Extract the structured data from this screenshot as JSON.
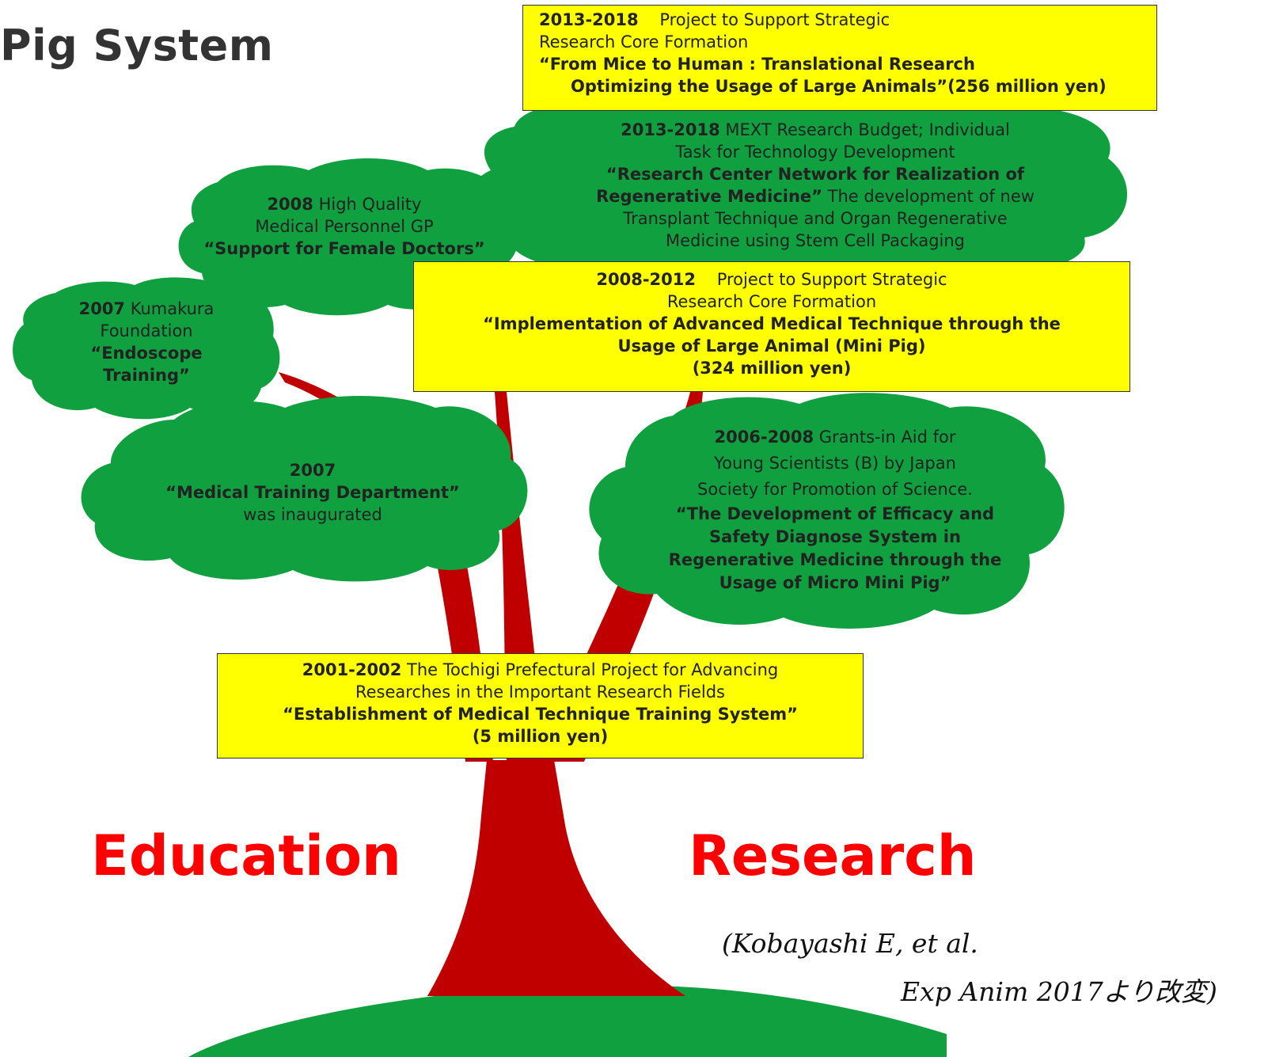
{
  "title": "Pig System",
  "colors": {
    "trunk": "#c00000",
    "foliage": "#10a040",
    "ground": "#10a040",
    "box": "#ffff00",
    "label_red": "#ff0000"
  },
  "box_top": {
    "years": "2013-2018",
    "line1": "Project to Support Strategic",
    "line2": "Research Core Formation",
    "line3": "“From Mice to Human : Translational Research",
    "line4": "Optimizing the Usage of Large Animals”(256 million yen)"
  },
  "cloud_mext": {
    "years": "2013-2018",
    "line1": "MEXT Research Budget; Individual",
    "line2": "Task for Technology Development",
    "line3": "“Research Center Network for Realization of",
    "line4_bold": "Regenerative Medicine”",
    "line4_rest": "The development of new",
    "line5": "Transplant Technique and Organ Regenerative",
    "line6": "Medicine using Stem Cell Packaging"
  },
  "cloud_2008": {
    "years": "2008",
    "line1": "High Quality",
    "line2": "Medical Personnel GP",
    "line3": "“Support for Female Doctors”"
  },
  "cloud_kumakura": {
    "years": "2007",
    "line1": "Kumakura",
    "line2": "Foundation",
    "line3": "“Endoscope",
    "line4": "Training”"
  },
  "box_mid": {
    "years": "2008-2012",
    "line1": "Project to Support Strategic",
    "line2": "Research Core Formation",
    "line3": "“Implementation of Advanced Medical Technique through the",
    "line4": "Usage of Large Animal (Mini Pig)",
    "line5": "(324 million yen)"
  },
  "cloud_2007": {
    "years": "2007",
    "line1": "“Medical Training Department”",
    "line2": "was inaugurated"
  },
  "cloud_jsps": {
    "years": "2006-2008",
    "line1": "Grants-in Aid for",
    "line2": "Young Scientists (B) by Japan",
    "line3": "Society for Promotion of Science.",
    "line4": "“The Development of Efficacy and",
    "line5": "Safety Diagnose System in",
    "line6": "Regenerative Medicine through the",
    "line7": "Usage of Micro Mini Pig”"
  },
  "box_bottom": {
    "years": "2001-2002",
    "line1": "The Tochigi Prefectural Project for Advancing",
    "line2": "Researches in the Important Research Fields",
    "line3": "“Establishment of Medical Technique Training System”",
    "line4": "(5 million yen)"
  },
  "labels": {
    "education": "Education",
    "research": "Research"
  },
  "citation": {
    "line1": "(Kobayashi E, et al.",
    "line2": "Exp Anim 2017より改変)"
  }
}
